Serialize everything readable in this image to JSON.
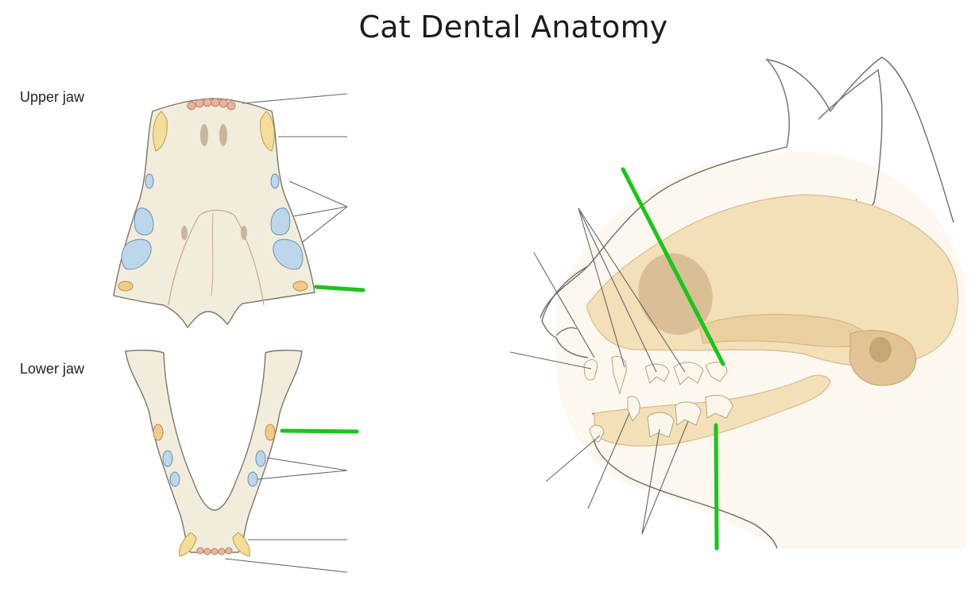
{
  "title": "Cat Dental Anatomy",
  "labels": {
    "upper_jaw": "Upper jaw",
    "lower_jaw": "Lower jaw"
  },
  "colors": {
    "bone": "#f1ecdc",
    "bone_outline": "#7d766a",
    "canine": "#f4dc9a",
    "molar": "#bcd6ea",
    "molar_outline": "#6f8fb0",
    "orange_tooth": "#f4c98a",
    "incisor": "#e8b59c",
    "skull": "#f3dfb8",
    "skull_shadow": "#ead0a0",
    "eye_socket": "#d9bf95",
    "leader_line": "#666666",
    "annotation_green": "#1ec31e"
  },
  "icons": [
    "upper-jaw-illustration",
    "lower-jaw-illustration",
    "cat-head-skull-illustration"
  ]
}
